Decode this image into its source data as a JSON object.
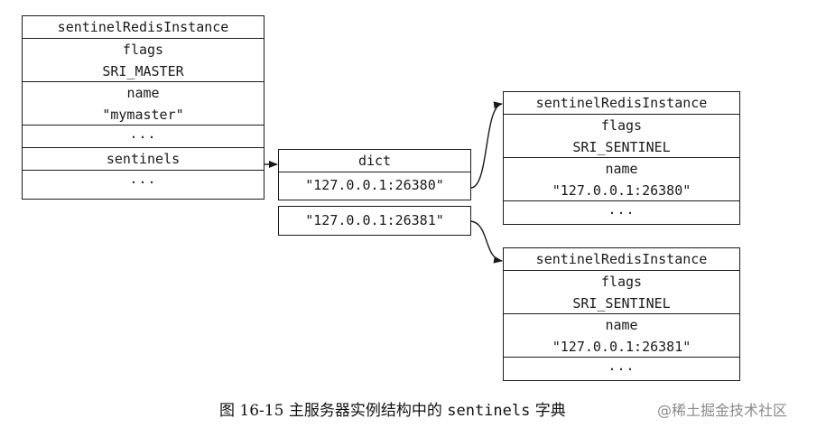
{
  "master": {
    "title": "sentinelRedisInstance",
    "flags_label": "flags",
    "flags_value": "SRI_MASTER",
    "name_label": "name",
    "name_value": "\"mymaster\"",
    "dots1": "...",
    "sentinels_label": "sentinels",
    "dots2": "..."
  },
  "dict": {
    "title": "dict",
    "key1": "\"127.0.0.1:26380\"",
    "key2": "\"127.0.0.1:26381\""
  },
  "sentinel1": {
    "title": "sentinelRedisInstance",
    "flags_label": "flags",
    "flags_value": "SRI_SENTINEL",
    "name_label": "name",
    "name_value": "\"127.0.0.1:26380\"",
    "dots": "..."
  },
  "sentinel2": {
    "title": "sentinelRedisInstance",
    "flags_label": "flags",
    "flags_value": "SRI_SENTINEL",
    "name_label": "name",
    "name_value": "\"127.0.0.1:26381\"",
    "dots": "..."
  },
  "caption": {
    "prefix": "图 16-15   主服务器实例结构中的",
    "code": "sentinels",
    "suffix": "字典"
  },
  "watermark": "@稀土掘金技术社区"
}
